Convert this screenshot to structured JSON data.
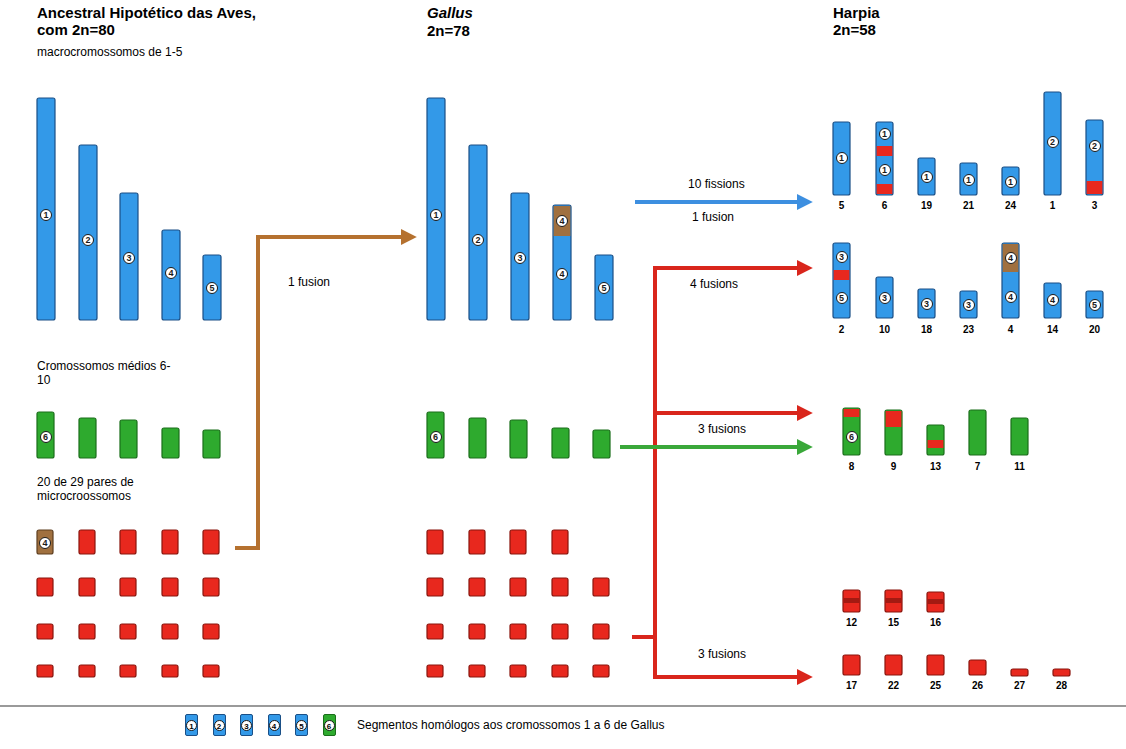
{
  "diagram": {
    "nodes": [
      {
        "text": [
          "1"
        ]
      },
      {
        "text": [
          "2"
        ]
      },
      {
        "text": [
          "3"
        ]
      },
      {
        "text": [
          "4"
        ]
      },
      {
        "text": [
          "5"
        ]
      },
      {
        "text": [
          "6"
        ]
      },
      {
        "text": [
          "4"
        ]
      },
      {
        "text": [
          "1"
        ]
      },
      {
        "text": [
          "2"
        ]
      },
      {
        "text": [
          "3"
        ]
      },
      {
        "text": [
          "4"
        ]
      },
      {
        "text": [
          "4"
        ]
      },
      {
        "text": [
          "5"
        ]
      },
      {
        "text": [
          "6"
        ]
      },
      {
        "text": [
          "1"
        ]
      },
      {
        "text": [
          "1"
        ]
      },
      {
        "text": [
          "1"
        ]
      },
      {
        "text": [
          "1"
        ]
      },
      {
        "text": [
          "1"
        ]
      },
      {
        "text": [
          "1"
        ]
      },
      {
        "text": [
          "2"
        ]
      },
      {
        "text": [
          "2"
        ]
      },
      {
        "text": [
          "3"
        ]
      },
      {
        "text": [
          "5"
        ]
      },
      {
        "text": [
          "3"
        ]
      },
      {
        "text": [
          "3"
        ]
      },
      {
        "text": [
          "3"
        ]
      },
      {
        "text": [
          "4"
        ]
      },
      {
        "text": [
          "4"
        ]
      },
      {
        "text": [
          "4"
        ]
      },
      {
        "text": [
          "5"
        ]
      },
      {
        "text": [
          "6"
        ]
      }
    ],
    "labels": [
      "Ancestral Hipotético das Aves, com 2n=80",
      "macrocromossomos de 1-5",
      "Gallus",
      "2n=78",
      "Harpia 2n=58",
      "1 fusion",
      "10 fissions",
      "1 fusion",
      "4 fusions",
      "3 fusions",
      "Cromossomos médios 6-10",
      "20 de 29 pares de microcroossomos",
      "3 fusions",
      "5",
      "6",
      "19",
      "21",
      "24",
      "1",
      "3",
      "2",
      "10",
      "18",
      "23",
      "4",
      "14",
      "20",
      "8",
      "9",
      "13",
      "7",
      "11",
      "12",
      "15",
      "16",
      "17",
      "22",
      "25",
      "26",
      "27",
      "28",
      "Segmentos homólogos aos cromossomos 1 a 6 de Gallus"
    ],
    "legend": [
      {
        "text": "1",
        "color": "#3399e8"
      },
      {
        "text": "2",
        "color": "#3399e8"
      },
      {
        "text": "3",
        "color": "#3399e8"
      },
      {
        "text": "4",
        "color": "#3399e8"
      },
      {
        "text": "5",
        "color": "#3399e8"
      },
      {
        "text": "6",
        "color": "#2eaa2e"
      }
    ]
  }
}
